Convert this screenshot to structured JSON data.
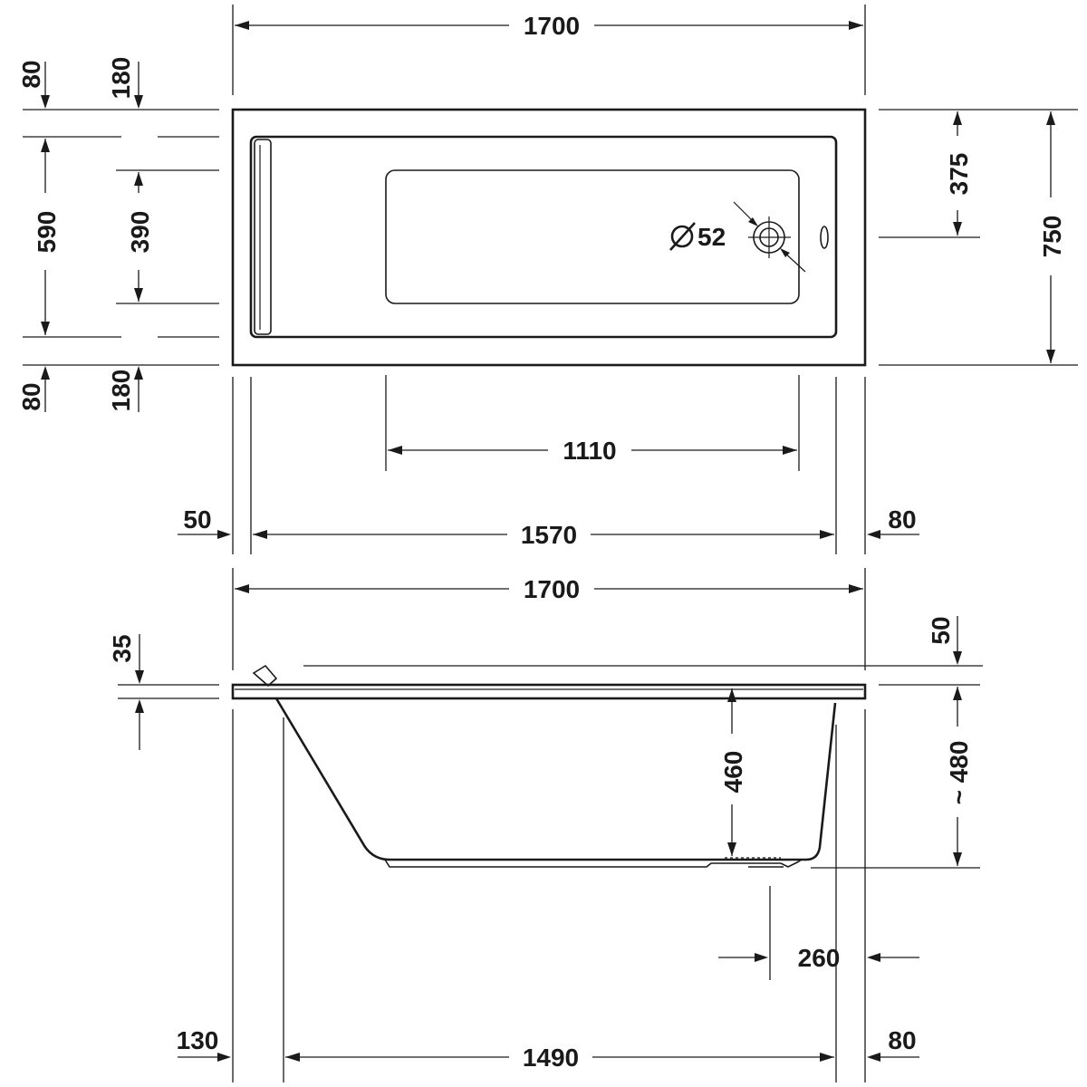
{
  "dimensions": {
    "top_overall_length": "1700",
    "top_rim_left": "80",
    "top_inner_left": "180",
    "inner_width": "590",
    "floor_width": "390",
    "bottom_rim_left": "80",
    "bottom_inner_left": "180",
    "drain_diameter": "52",
    "drain_symbol": "Ø",
    "drain_offset": "375",
    "overall_width": "750",
    "floor_length": "1110",
    "left_rim": "50",
    "inner_length": "1570",
    "right_rim": "80",
    "side_overall_length": "1700",
    "rim_thickness": "35",
    "right_top_offset": "50",
    "inner_depth": "460",
    "overall_height": "~ 480",
    "drain_position": "260",
    "side_left_offset": "130",
    "bottom_length": "1490",
    "side_right_offset": "80"
  }
}
